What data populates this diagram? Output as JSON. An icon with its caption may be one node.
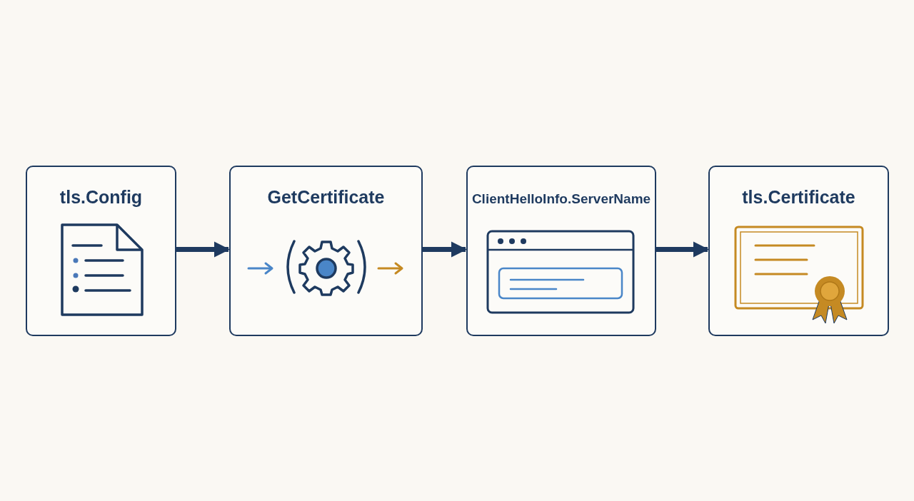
{
  "diagram": {
    "nodes": [
      {
        "text": [
          "tls.Config"
        ]
      },
      {
        "text": [
          "GetCertificate"
        ]
      },
      {
        "text": [
          "ClientHelloInfo.ServerName"
        ]
      },
      {
        "text": [
          "tls.Certificate"
        ]
      }
    ],
    "edges": [
      {
        "from": 0,
        "to": 1,
        "arrow": "to"
      },
      {
        "from": 1,
        "to": 2,
        "arrow": "to"
      },
      {
        "from": 2,
        "to": 3,
        "arrow": "to"
      }
    ]
  }
}
